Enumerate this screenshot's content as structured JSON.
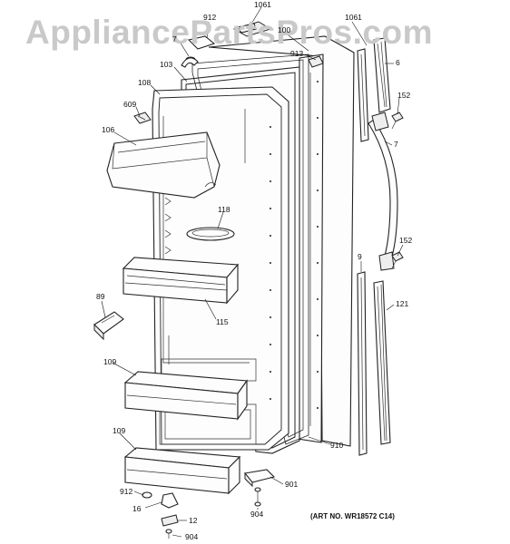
{
  "watermark": "AppliancePartsPros.com",
  "art_number": "(ART NO. WR18572 C14)",
  "callouts": {
    "c1061a": "1061",
    "c912a": "912",
    "c7a": "7",
    "c100": "100",
    "c1061b": "1061",
    "c913": "913",
    "c103": "103",
    "c6": "6",
    "c108": "108",
    "c152a": "152",
    "c609": "609",
    "c7b": "7",
    "c106": "106",
    "c118": "118",
    "c152b": "152",
    "c9": "9",
    "c121": "121",
    "c89": "89",
    "c115": "115",
    "c109a": "109",
    "c910": "910",
    "c109b": "109",
    "c901": "901",
    "c912b": "912",
    "c16": "16",
    "c12": "12",
    "c904a": "904",
    "c904b": "904"
  }
}
